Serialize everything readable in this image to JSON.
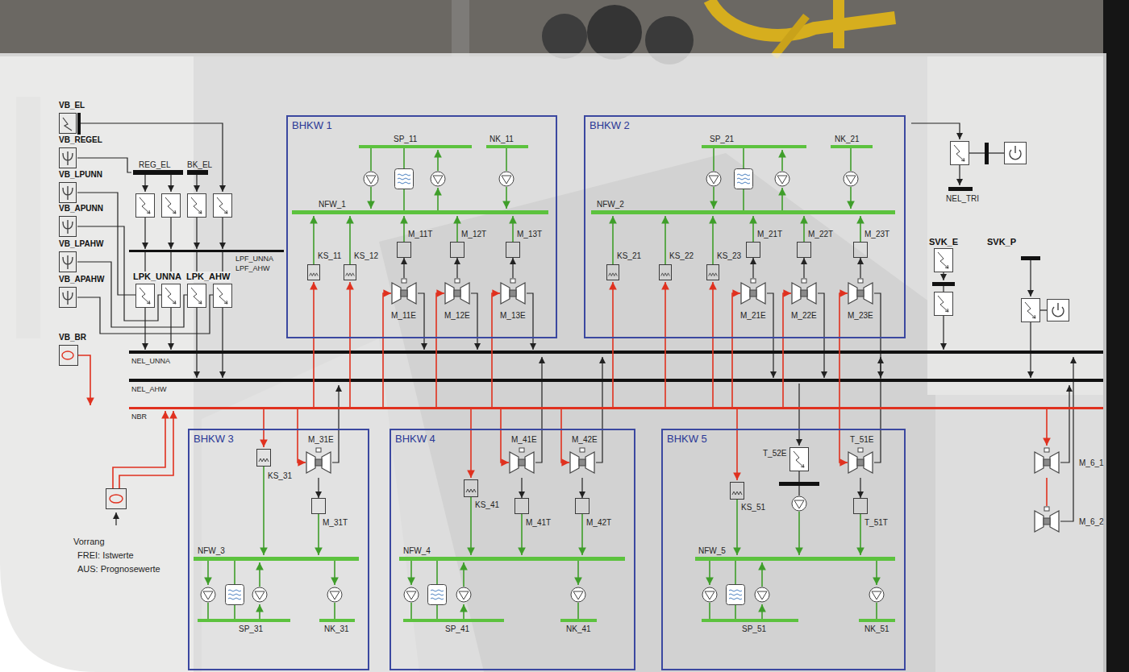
{
  "diagram": {
    "nodes": [
      {
        "text": [
          "VB_EL"
        ]
      },
      {
        "text": [
          "VB_REGEL"
        ]
      },
      {
        "text": [
          "VB_LPUNN"
        ]
      },
      {
        "text": [
          "VB_APUNN"
        ]
      },
      {
        "text": [
          "VB_LPAHW"
        ]
      },
      {
        "text": [
          "VB_APAHW"
        ]
      },
      {
        "text": [
          "VB_BR"
        ]
      },
      {
        "text": [
          "BHKW 1"
        ]
      },
      {
        "text": [
          "KS_11"
        ],
        "in": 7
      },
      {
        "text": [
          "KS_12"
        ],
        "in": 7
      },
      {
        "text": [
          "M_11T"
        ],
        "in": 7
      },
      {
        "text": [
          "M_12T"
        ],
        "in": 7
      },
      {
        "text": [
          "M_13T"
        ],
        "in": 7
      },
      {
        "text": [
          "M_11E"
        ],
        "in": 7
      },
      {
        "text": [
          "M_12E"
        ],
        "in": 7
      },
      {
        "text": [
          "M_13E"
        ],
        "in": 7
      },
      {
        "text": [
          "BHKW 2"
        ]
      },
      {
        "text": [
          "KS_21"
        ],
        "in": 16
      },
      {
        "text": [
          "KS_22"
        ],
        "in": 16
      },
      {
        "text": [
          "KS_23"
        ],
        "in": 16
      },
      {
        "text": [
          "M_21T"
        ],
        "in": 16
      },
      {
        "text": [
          "M_22T"
        ],
        "in": 16
      },
      {
        "text": [
          "M_23T"
        ],
        "in": 16
      },
      {
        "text": [
          "M_21E"
        ],
        "in": 16
      },
      {
        "text": [
          "M_22E"
        ],
        "in": 16
      },
      {
        "text": [
          "M_23E"
        ],
        "in": 16
      },
      {
        "text": [
          "Vorrang"
        ]
      },
      {
        "text": [
          "BHKW 3"
        ]
      },
      {
        "text": [
          "M_31E"
        ],
        "in": 27
      },
      {
        "text": [
          "KS_31"
        ],
        "in": 27
      },
      {
        "text": [
          "M_31T"
        ],
        "in": 27
      },
      {
        "text": [
          "BHKW 4"
        ]
      },
      {
        "text": [
          "M_41E"
        ],
        "in": 31
      },
      {
        "text": [
          "M_42E"
        ],
        "in": 31
      },
      {
        "text": [
          "KS_41"
        ],
        "in": 31
      },
      {
        "text": [
          "M_41T"
        ],
        "in": 31
      },
      {
        "text": [
          "M_42T"
        ],
        "in": 31
      },
      {
        "text": [
          "BHKW 5"
        ]
      },
      {
        "text": [
          "T_52E"
        ],
        "in": 37
      },
      {
        "text": [
          "T_51E"
        ],
        "in": 37
      },
      {
        "text": [
          "KS_51"
        ],
        "in": 37
      },
      {
        "text": [
          "T_51T"
        ],
        "in": 37
      },
      {
        "text": [
          "M_6_1"
        ]
      },
      {
        "text": [
          "M_6_2"
        ]
      }
    ],
    "edges": [
      {
        "from": 13,
        "to": 10,
        "arrow": "to"
      },
      {
        "from": 14,
        "to": 11,
        "arrow": "to"
      },
      {
        "from": 15,
        "to": 12,
        "arrow": "to"
      },
      {
        "from": 23,
        "to": 20,
        "arrow": "to"
      },
      {
        "from": 24,
        "to": 21,
        "arrow": "to"
      },
      {
        "from": 25,
        "to": 22,
        "arrow": "to"
      },
      {
        "from": 28,
        "to": 30,
        "arrow": "to"
      },
      {
        "from": 32,
        "to": 35,
        "arrow": "to"
      },
      {
        "from": 33,
        "to": 36,
        "arrow": "to"
      },
      {
        "from": 39,
        "to": 41,
        "arrow": "to"
      },
      {
        "from": 42,
        "to": 43,
        "arrow": "none"
      }
    ],
    "labels": [
      "REG_EL",
      "BK_EL",
      "LPF_UNNA",
      "LPF_AHW",
      "LPK_UNNA",
      "LPK_AHW",
      "SP_11",
      "NK_11",
      "NFW_1",
      "SP_21",
      "NK_21",
      "NFW_2",
      "NEL_TRI",
      "SVK_E",
      "SVK_P",
      "NEL_UNNA",
      "NEL_AHW",
      "NBR",
      "NFW_3",
      "SP_31",
      "NK_31",
      "NFW_4",
      "SP_41",
      "NK_41",
      "NFW_5",
      "SP_51",
      "NK_51",
      "FREI: Istwerte",
      "AUS: Prognosewerte"
    ]
  }
}
